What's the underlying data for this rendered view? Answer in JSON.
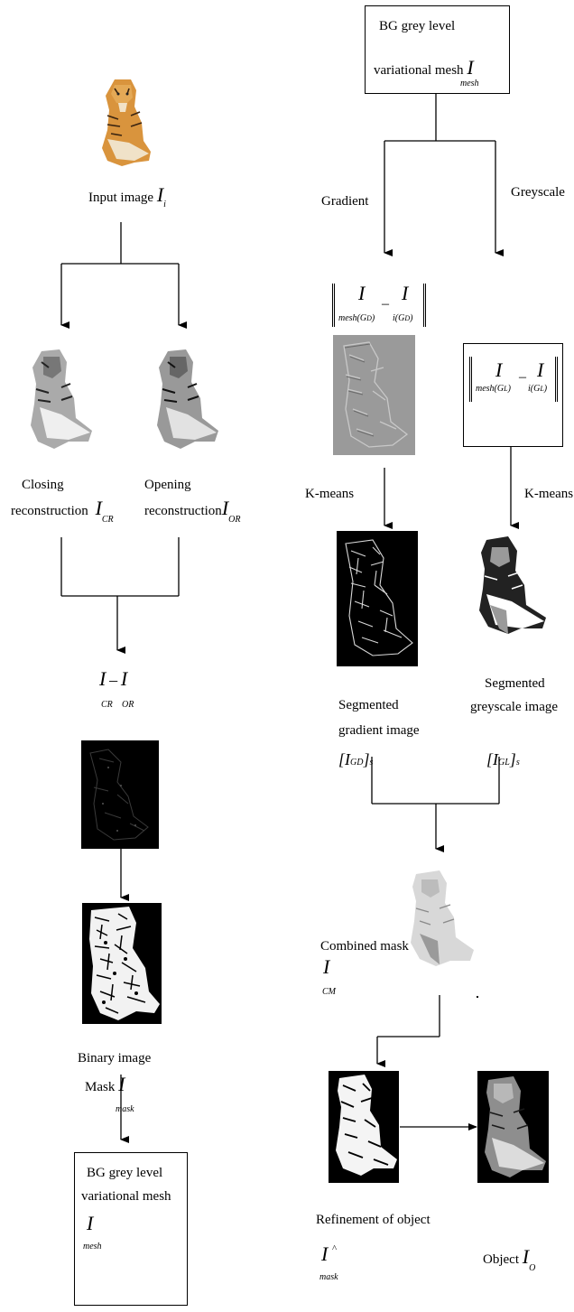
{
  "left": {
    "input_label": "Input image",
    "input_sym": "I",
    "input_sub": "i",
    "closing_1": "Closing",
    "closing_2": "reconstruction",
    "closing_sym": "I",
    "closing_sub": "CR",
    "opening_1": "Opening",
    "opening_2": "reconstruction",
    "opening_sym": "I",
    "opening_sub": "OR",
    "diff_sym_a": "I",
    "diff_minus": "–",
    "diff_sym_b": "I",
    "diff_sub_a": "CR",
    "diff_sub_b": "OR",
    "binary_label": "Binary image",
    "mask_label": "Mask",
    "mask_sym": "I",
    "mask_sub": "mask",
    "bottom_box_1": "BG grey level",
    "bottom_box_2": "variational mesh",
    "bottom_box_sym": "I",
    "bottom_box_sub": "mesh"
  },
  "right": {
    "top_box_1": "BG grey level",
    "top_box_2": "variational mesh",
    "top_box_sym": "I",
    "top_box_sub": "mesh",
    "gradient_label": "Gradient",
    "greyscale_label": "Greyscale",
    "norm_g_a": "I",
    "norm_g_a_sub": "mesh(G",
    "norm_g_a_sub2": "D",
    "norm_g_minus": "–",
    "norm_g_b": "I",
    "norm_g_b_sub": "i(G",
    "norm_g_b_sub2": "D",
    "norm_l_a": "I",
    "norm_l_a_sub": "mesh(G",
    "norm_l_a_sub2": "L",
    "norm_l_minus": "–",
    "norm_l_b": "I",
    "norm_l_b_sub": "i(G",
    "norm_l_b_sub2": "L",
    "kmeans_left": "K-means",
    "kmeans_right": "K-means",
    "seg_grad_1": "Segmented",
    "seg_grad_2": "gradient image",
    "seg_grad_sym": "[I",
    "seg_grad_sub": "GD",
    "seg_grad_end": "]",
    "seg_grad_s": "s",
    "seg_grey_1": "Segmented",
    "seg_grey_2": "greyscale image",
    "seg_grey_sym": "[I",
    "seg_grey_sub": "GL",
    "seg_grey_end": "]",
    "seg_grey_s": "s",
    "combined_label": "Combined mask",
    "combined_sym": "I",
    "combined_sub": "CM",
    "refine_label": "Refinement of object",
    "refine_sym": "I",
    "refine_hat": "^",
    "refine_sub": "mask",
    "object_label": "Object",
    "object_sym": "I",
    "object_sub": "O"
  }
}
